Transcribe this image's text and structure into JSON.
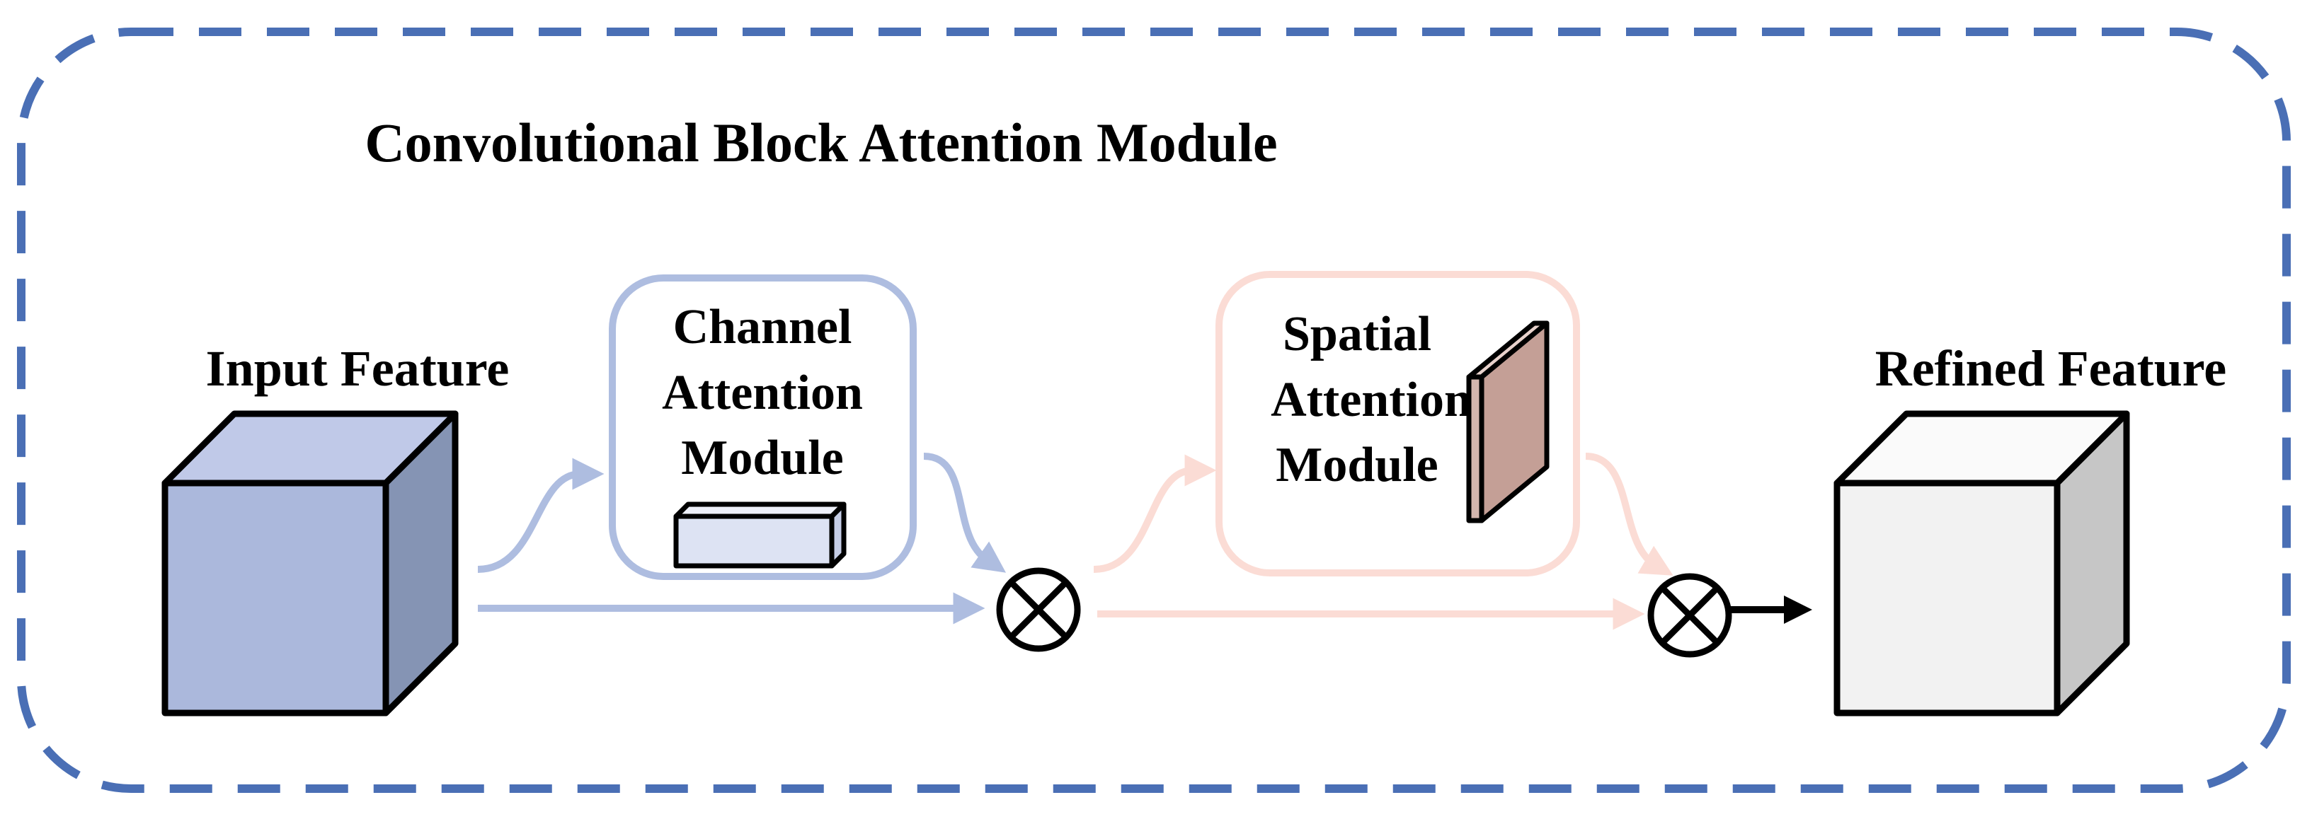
{
  "diagram": {
    "title": "Convolutional Block Attention Module",
    "input_label": "Input Feature",
    "output_label": "Refined Feature",
    "channel_module": {
      "line1": "Channel",
      "line2": "Attention",
      "line3": "Module"
    },
    "spatial_module": {
      "line1": "Spatial",
      "line2": "Attention",
      "line3": "Module"
    },
    "operator_symbol": "multiply-circle",
    "colors": {
      "frame_dashed": "#4a6fb5",
      "input_cube_front": "#abb8dc",
      "input_cube_top": "#c0c9e8",
      "input_cube_side": "#8594b4",
      "channel_accent": "#aebde0",
      "channel_box_fill": "#dde3f3",
      "spatial_accent": "#fbdcd5",
      "spatial_plate": "#d4b6ae",
      "output_cube_front": "#f2f2f2",
      "output_cube_top": "#fafafa",
      "output_cube_side": "#c6c6c6"
    }
  }
}
